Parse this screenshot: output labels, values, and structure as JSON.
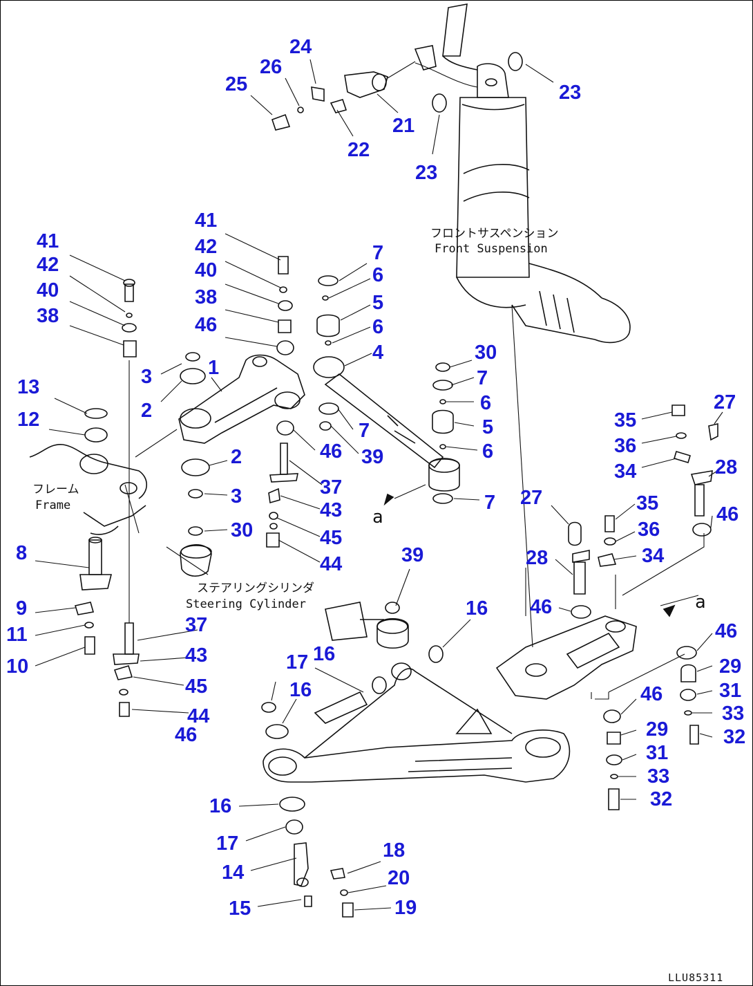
{
  "colors": {
    "callout": "#1a1ad6",
    "line": "#111111",
    "background": "#ffffff"
  },
  "labels": {
    "front_suspension_jp": "フロントサスペンション",
    "front_suspension_en": "Front Suspension",
    "frame_jp": "フレーム",
    "frame_en": "Frame",
    "steering_cylinder_jp": "ステアリングシリンダ",
    "steering_cylinder_en": "Steering Cylinder",
    "view_a_left": "a",
    "view_a_right": "a",
    "drawing_code": "LLU85311"
  },
  "callouts": [
    {
      "key": "c24",
      "text": "24"
    },
    {
      "key": "c26",
      "text": "26"
    },
    {
      "key": "c25",
      "text": "25"
    },
    {
      "key": "c23a",
      "text": "23"
    },
    {
      "key": "c21",
      "text": "21"
    },
    {
      "key": "c22",
      "text": "22"
    },
    {
      "key": "c23b",
      "text": "23"
    },
    {
      "key": "c41a",
      "text": "41"
    },
    {
      "key": "c42a",
      "text": "42"
    },
    {
      "key": "c40a",
      "text": "40"
    },
    {
      "key": "c38a",
      "text": "38"
    },
    {
      "key": "c13",
      "text": "13"
    },
    {
      "key": "c12",
      "text": "12"
    },
    {
      "key": "c8",
      "text": "8"
    },
    {
      "key": "c9",
      "text": "9"
    },
    {
      "key": "c11",
      "text": "11"
    },
    {
      "key": "c10",
      "text": "10"
    },
    {
      "key": "c41b",
      "text": "41"
    },
    {
      "key": "c42b",
      "text": "42"
    },
    {
      "key": "c40b",
      "text": "40"
    },
    {
      "key": "c38b",
      "text": "38"
    },
    {
      "key": "c46a",
      "text": "46"
    },
    {
      "key": "c3a",
      "text": "3"
    },
    {
      "key": "c1",
      "text": "1"
    },
    {
      "key": "c2a",
      "text": "2"
    },
    {
      "key": "c2b",
      "text": "2"
    },
    {
      "key": "c3b",
      "text": "3"
    },
    {
      "key": "c30a",
      "text": "30"
    },
    {
      "key": "c7a",
      "text": "7"
    },
    {
      "key": "c6a",
      "text": "6"
    },
    {
      "key": "c5a",
      "text": "5"
    },
    {
      "key": "c6b",
      "text": "6"
    },
    {
      "key": "c4",
      "text": "4"
    },
    {
      "key": "c7b",
      "text": "7"
    },
    {
      "key": "c39a",
      "text": "39"
    },
    {
      "key": "c46b",
      "text": "46"
    },
    {
      "key": "c37a",
      "text": "37"
    },
    {
      "key": "c43a",
      "text": "43"
    },
    {
      "key": "c45a",
      "text": "45"
    },
    {
      "key": "c44a",
      "text": "44"
    },
    {
      "key": "c30b",
      "text": "30"
    },
    {
      "key": "c7c",
      "text": "7"
    },
    {
      "key": "c6c",
      "text": "6"
    },
    {
      "key": "c5b",
      "text": "5"
    },
    {
      "key": "c6d",
      "text": "6"
    },
    {
      "key": "c7d",
      "text": "7"
    },
    {
      "key": "c37b",
      "text": "37"
    },
    {
      "key": "c43b",
      "text": "43"
    },
    {
      "key": "c45b",
      "text": "45"
    },
    {
      "key": "c44b",
      "text": "44"
    },
    {
      "key": "c46c",
      "text": "46"
    },
    {
      "key": "c39b",
      "text": "39"
    },
    {
      "key": "c16a",
      "text": "16"
    },
    {
      "key": "c17a",
      "text": "17"
    },
    {
      "key": "c16b",
      "text": "16"
    },
    {
      "key": "c16c",
      "text": "16"
    },
    {
      "key": "c16d",
      "text": "16"
    },
    {
      "key": "c17b",
      "text": "17"
    },
    {
      "key": "c14",
      "text": "14"
    },
    {
      "key": "c15",
      "text": "15"
    },
    {
      "key": "c18",
      "text": "18"
    },
    {
      "key": "c20",
      "text": "20"
    },
    {
      "key": "c19",
      "text": "19"
    },
    {
      "key": "c35a",
      "text": "35"
    },
    {
      "key": "c36a",
      "text": "36"
    },
    {
      "key": "c34a",
      "text": "34"
    },
    {
      "key": "c27a",
      "text": "27"
    },
    {
      "key": "c28a",
      "text": "28"
    },
    {
      "key": "c46d",
      "text": "46"
    },
    {
      "key": "c27b",
      "text": "27"
    },
    {
      "key": "c35b",
      "text": "35"
    },
    {
      "key": "c36b",
      "text": "36"
    },
    {
      "key": "c34b",
      "text": "34"
    },
    {
      "key": "c28b",
      "text": "28"
    },
    {
      "key": "c46e",
      "text": "46"
    },
    {
      "key": "c46f",
      "text": "46"
    },
    {
      "key": "c29a",
      "text": "29"
    },
    {
      "key": "c31a",
      "text": "31"
    },
    {
      "key": "c33a",
      "text": "33"
    },
    {
      "key": "c32a",
      "text": "32"
    },
    {
      "key": "c46g",
      "text": "46"
    },
    {
      "key": "c29b",
      "text": "29"
    },
    {
      "key": "c31b",
      "text": "31"
    },
    {
      "key": "c33b",
      "text": "33"
    },
    {
      "key": "c32b",
      "text": "32"
    }
  ]
}
